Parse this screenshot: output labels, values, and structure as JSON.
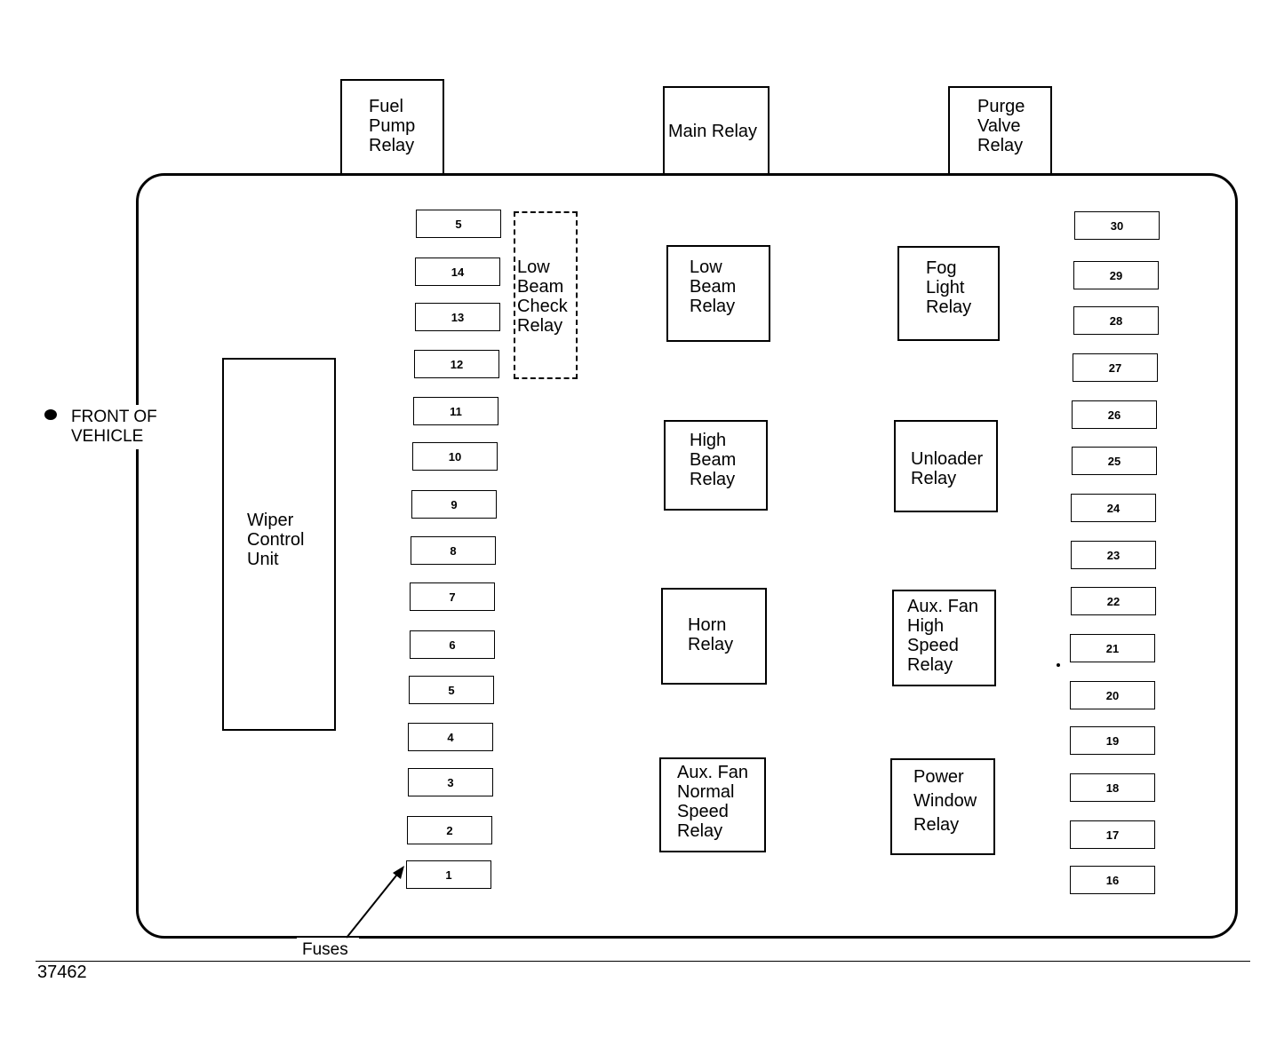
{
  "top_relays": [
    {
      "id": "fuel-pump-relay",
      "label": "Fuel\nPump\nRelay"
    },
    {
      "id": "main-relay",
      "label": "Main Relay"
    },
    {
      "id": "purge-valve-relay",
      "label": "Purge\nValve\nRelay"
    }
  ],
  "front_label": "FRONT OF\nVEHICLE",
  "wiper_label": "Wiper\nControl\nUnit",
  "low_beam_check_relay": "Low\nBeam\nCheck\nRelay",
  "center_relays": [
    "Low\nBeam\nRelay",
    "High\nBeam\nRelay",
    "Horn\nRelay",
    "Aux. Fan\nNormal\nSpeed\nRelay"
  ],
  "right_relays": [
    "Fog\nLight\nRelay",
    "Unloader\nRelay",
    "Aux. Fan\nHigh\nSpeed\nRelay",
    "Power\nWindow\nRelay"
  ],
  "left_fuses": [
    "5",
    "14",
    "13",
    "12",
    "11",
    "10",
    "9",
    "8",
    "7",
    "6",
    "5",
    "4",
    "3",
    "2",
    "1"
  ],
  "right_fuses": [
    "30",
    "29",
    "28",
    "27",
    "26",
    "25",
    "24",
    "23",
    "22",
    "21",
    "20",
    "19",
    "18",
    "17",
    "16"
  ],
  "fuses_label": "Fuses",
  "figure_number": "37462"
}
